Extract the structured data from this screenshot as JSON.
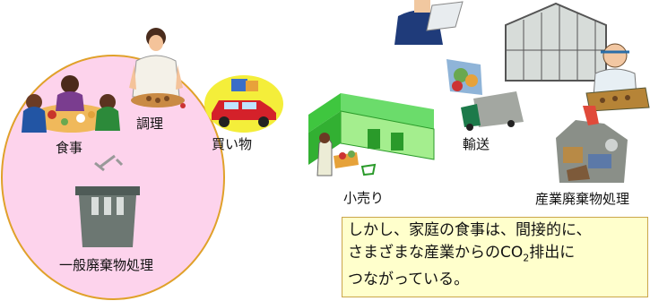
{
  "colors": {
    "household_circle_fill": "#fdd3ec",
    "household_circle_stroke": "#e0a12a",
    "note_background": "#ffffcc"
  },
  "labels": {
    "eating": "食事",
    "cooking": "調理",
    "shopping": "買い物",
    "general_waste": "一般廃棄物処理",
    "retail": "小売り",
    "transport": "輸送",
    "industrial_waste": "産業廃棄物処理"
  },
  "note": {
    "line1": "しかし、家庭の食事は、間接的に、",
    "line2_a": "さまざまな産業からの",
    "line2_co": "CO",
    "line2_sub": "2",
    "line2_b": "排出に",
    "line3": "つながっている。"
  }
}
